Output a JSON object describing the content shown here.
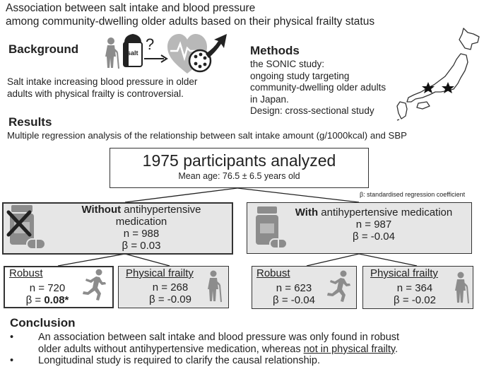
{
  "title": {
    "line1": "Association between salt intake and blood pressure",
    "line2": "among community-dwelling older adults based on their physical frailty status"
  },
  "background": {
    "heading": "Background",
    "text_line1": "Salt intake increasing blood pressure in older",
    "text_line2": "adults with physical frailty is controversial.",
    "salt_label": "salt",
    "question_mark": "?"
  },
  "methods": {
    "heading": "Methods",
    "line1": "the SONIC study:",
    "line2": "ongoing study targeting",
    "line3": "community-dwelling older adults",
    "line4": "in Japan.",
    "line5": "Design: cross-sectional study"
  },
  "results": {
    "heading": "Results",
    "subheading": "Multiple regression analysis of the relationship between salt intake amount (g/1000kcal) and SBP"
  },
  "participants": {
    "main": "1975 participants analyzed",
    "mean_age": "Mean age: 76.5 ± 6.5 years old"
  },
  "beta_note": "β: standardised regression coefficient",
  "without_med": {
    "bold": "Without",
    "rest_line1": " antihypertensive",
    "rest_line2": "medication",
    "n": "n = 988",
    "beta": "β = 0.03"
  },
  "with_med": {
    "bold": "With",
    "rest": " antihypertensive medication",
    "n": "n = 987",
    "beta": "β = -0.04"
  },
  "subgroups": {
    "left_robust": {
      "label": "Robust",
      "n": "n = 720",
      "beta_prefix": "β = ",
      "beta_value": "0.08*"
    },
    "left_frail": {
      "label": "Physical frailty",
      "n": "n = 268",
      "beta": "β = -0.09"
    },
    "right_robust": {
      "label": "Robust",
      "n": "n = 623",
      "beta": "β = -0.04"
    },
    "right_frail": {
      "label": "Physical frailty",
      "n": "n = 364",
      "beta": "β = -0.02"
    }
  },
  "conclusion": {
    "heading": "Conclusion",
    "bullet": "•",
    "b1_line1": "An association between salt intake and blood pressure was only found in robust",
    "b1_line2_start": "older adults without antihypertensive medication, whereas ",
    "b1_line2_underlined": "not in physical frailty",
    "b1_line2_end": ".",
    "b2": "Longitudinal study is required to clarify the causal relationship."
  },
  "colors": {
    "box_gray": "#e6e6e6",
    "icon_gray": "#8c8c8c",
    "dark": "#222222"
  }
}
